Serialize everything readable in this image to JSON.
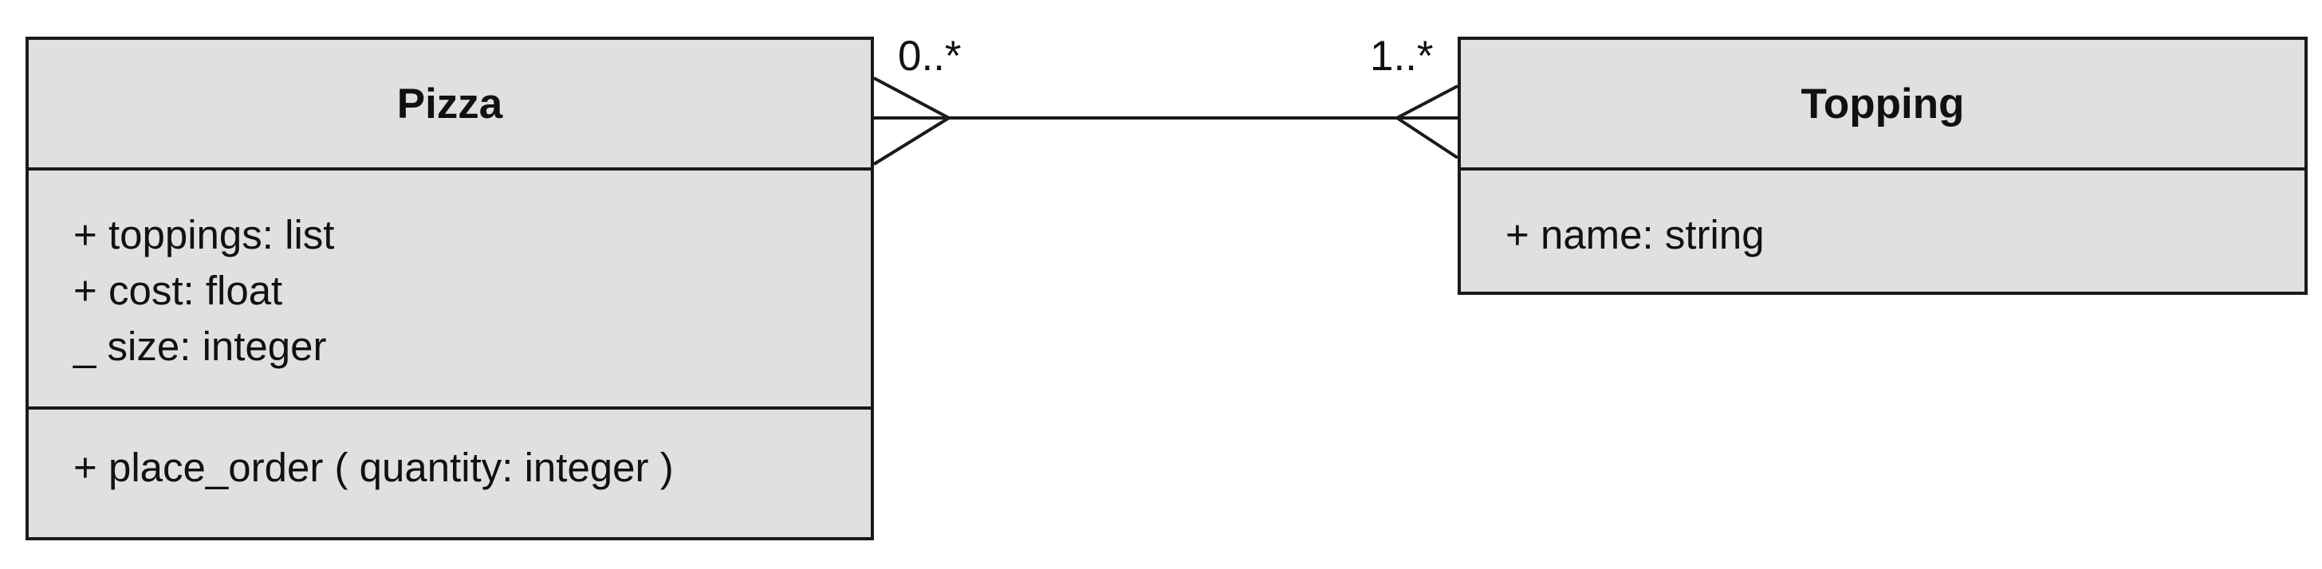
{
  "classes": {
    "pizza": {
      "name": "Pizza",
      "attributes": [
        "+ toppings: list",
        "+ cost: float",
        "_ size: integer"
      ],
      "operations": [
        "+ place_order ( quantity: integer )"
      ]
    },
    "topping": {
      "name": "Topping",
      "attributes": [
        "+ name: string"
      ]
    }
  },
  "association": {
    "pizza_multiplicity": "0..*",
    "topping_multiplicity": "1..*",
    "pizza_end": "crow-foot",
    "topping_end": "crow-foot"
  },
  "colors": {
    "class_fill": "#e0e0e0",
    "line": "#1a1a1a",
    "text": "#111111"
  }
}
